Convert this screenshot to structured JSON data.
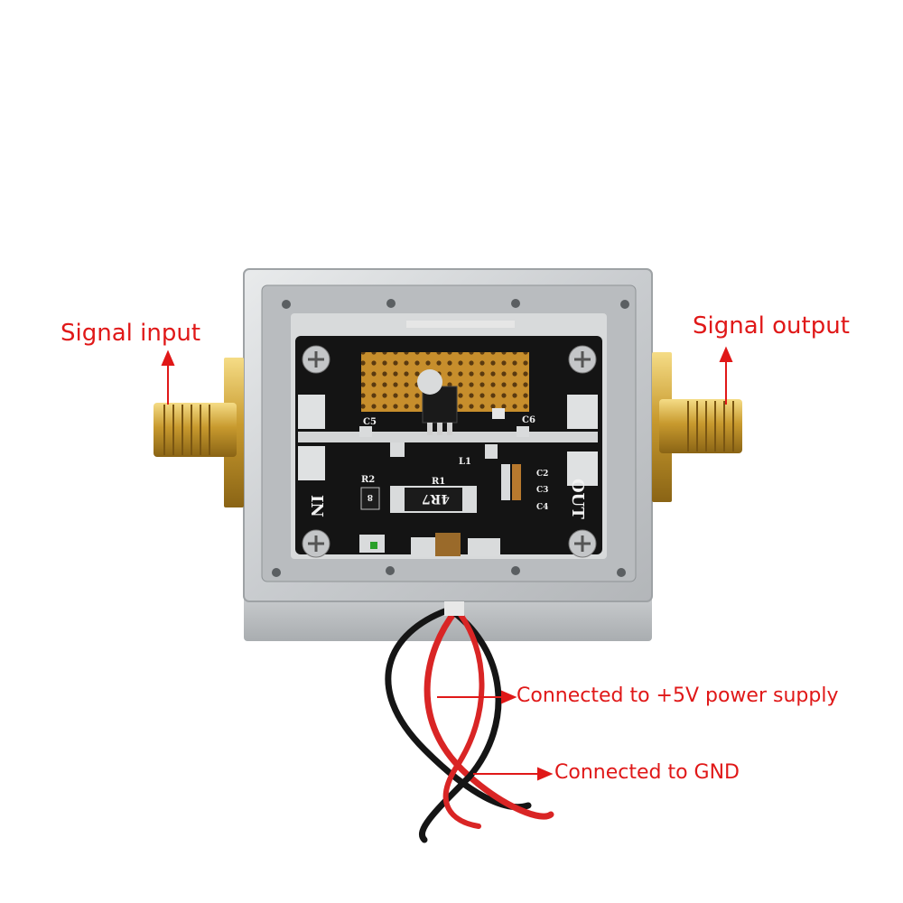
{
  "annotations": {
    "signal_input": "Signal input",
    "signal_output": "Signal output",
    "power": "Connected to +5V power supply",
    "gnd": "Connected to GND"
  },
  "pcb_labels": {
    "in": "IN",
    "out": "OUT",
    "c5": "C5",
    "c6": "C6",
    "l1": "L1",
    "c2": "C2",
    "c3": "C3",
    "c4": "C4",
    "r2": "R2",
    "r1": "R1",
    "resistor_code": "4R7",
    "r2_code": "8"
  },
  "colors": {
    "annotation": "#e01818",
    "pcb": "#111111",
    "housing": "#cfd2d4",
    "gold": "#c9a13a"
  }
}
